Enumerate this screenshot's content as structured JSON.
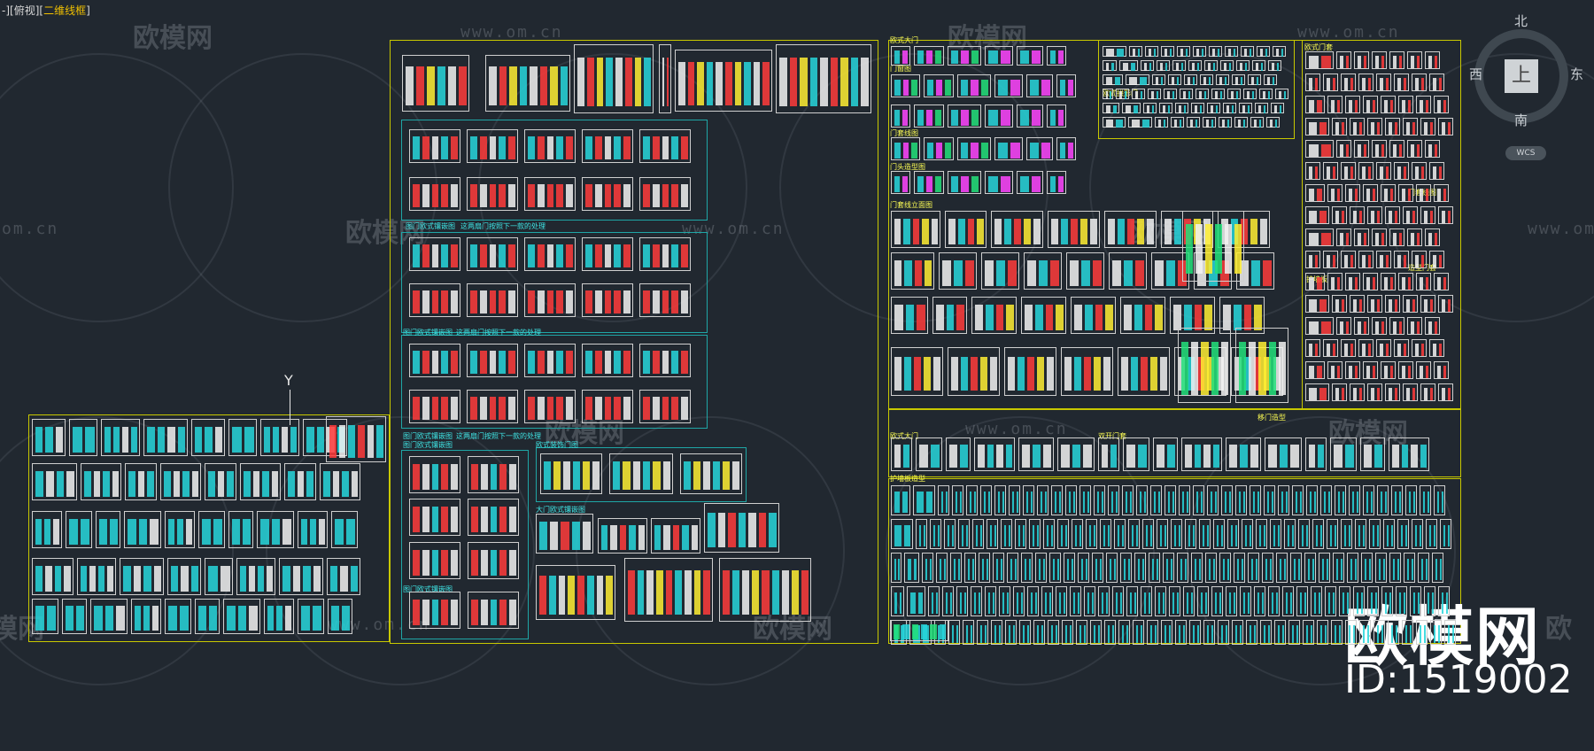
{
  "viewport": {
    "prefix": "-][俯视][",
    "visual_style": "二维线框",
    "suffix": "]"
  },
  "watermark": {
    "logo_text": "欧模网",
    "url_text": "www.om.cn",
    "url_short": "om.cn",
    "partial": "欧模网",
    "partial_right": "欧"
  },
  "viewcube": {
    "north": "北",
    "south": "南",
    "east": "东",
    "west": "西",
    "face": "上",
    "wcs": "WCS"
  },
  "ucs": {
    "axis": "Y"
  },
  "brand": {
    "name": "欧模网",
    "id": "ID:1519002"
  },
  "captions": {
    "panel_a": "图门欧式镶嵌图",
    "panel_a2": "这两扇门按照下一款的处理",
    "panel_b": "图门欧式镶嵌图",
    "panel_b2": "这两扇门按照下一款的处理",
    "panel_c": "图门欧式镶嵌图",
    "panel_c2": "这两扇门按照下一款的处理",
    "panel_d": "图门欧式镶嵌图",
    "panel_e": "欧式装饰门图",
    "panel_f": "大门欧式镶嵌图",
    "panel_g": "图门欧式镶嵌图",
    "right_1": "欧式大门",
    "right_2": "门窗图",
    "right_3": "门套线图",
    "right_4": "门头造型图",
    "right_5": "门套线立面图",
    "right_6": "欧式拱形门",
    "far_1": "欧式门套",
    "far_2": "门套线图",
    "far_3": "造型门套",
    "far_4": "护墙板",
    "bot_1": "欧式大门",
    "bot_2": "护墙板造型",
    "bot_3": "双开门套",
    "bot_4": "移门造型"
  }
}
